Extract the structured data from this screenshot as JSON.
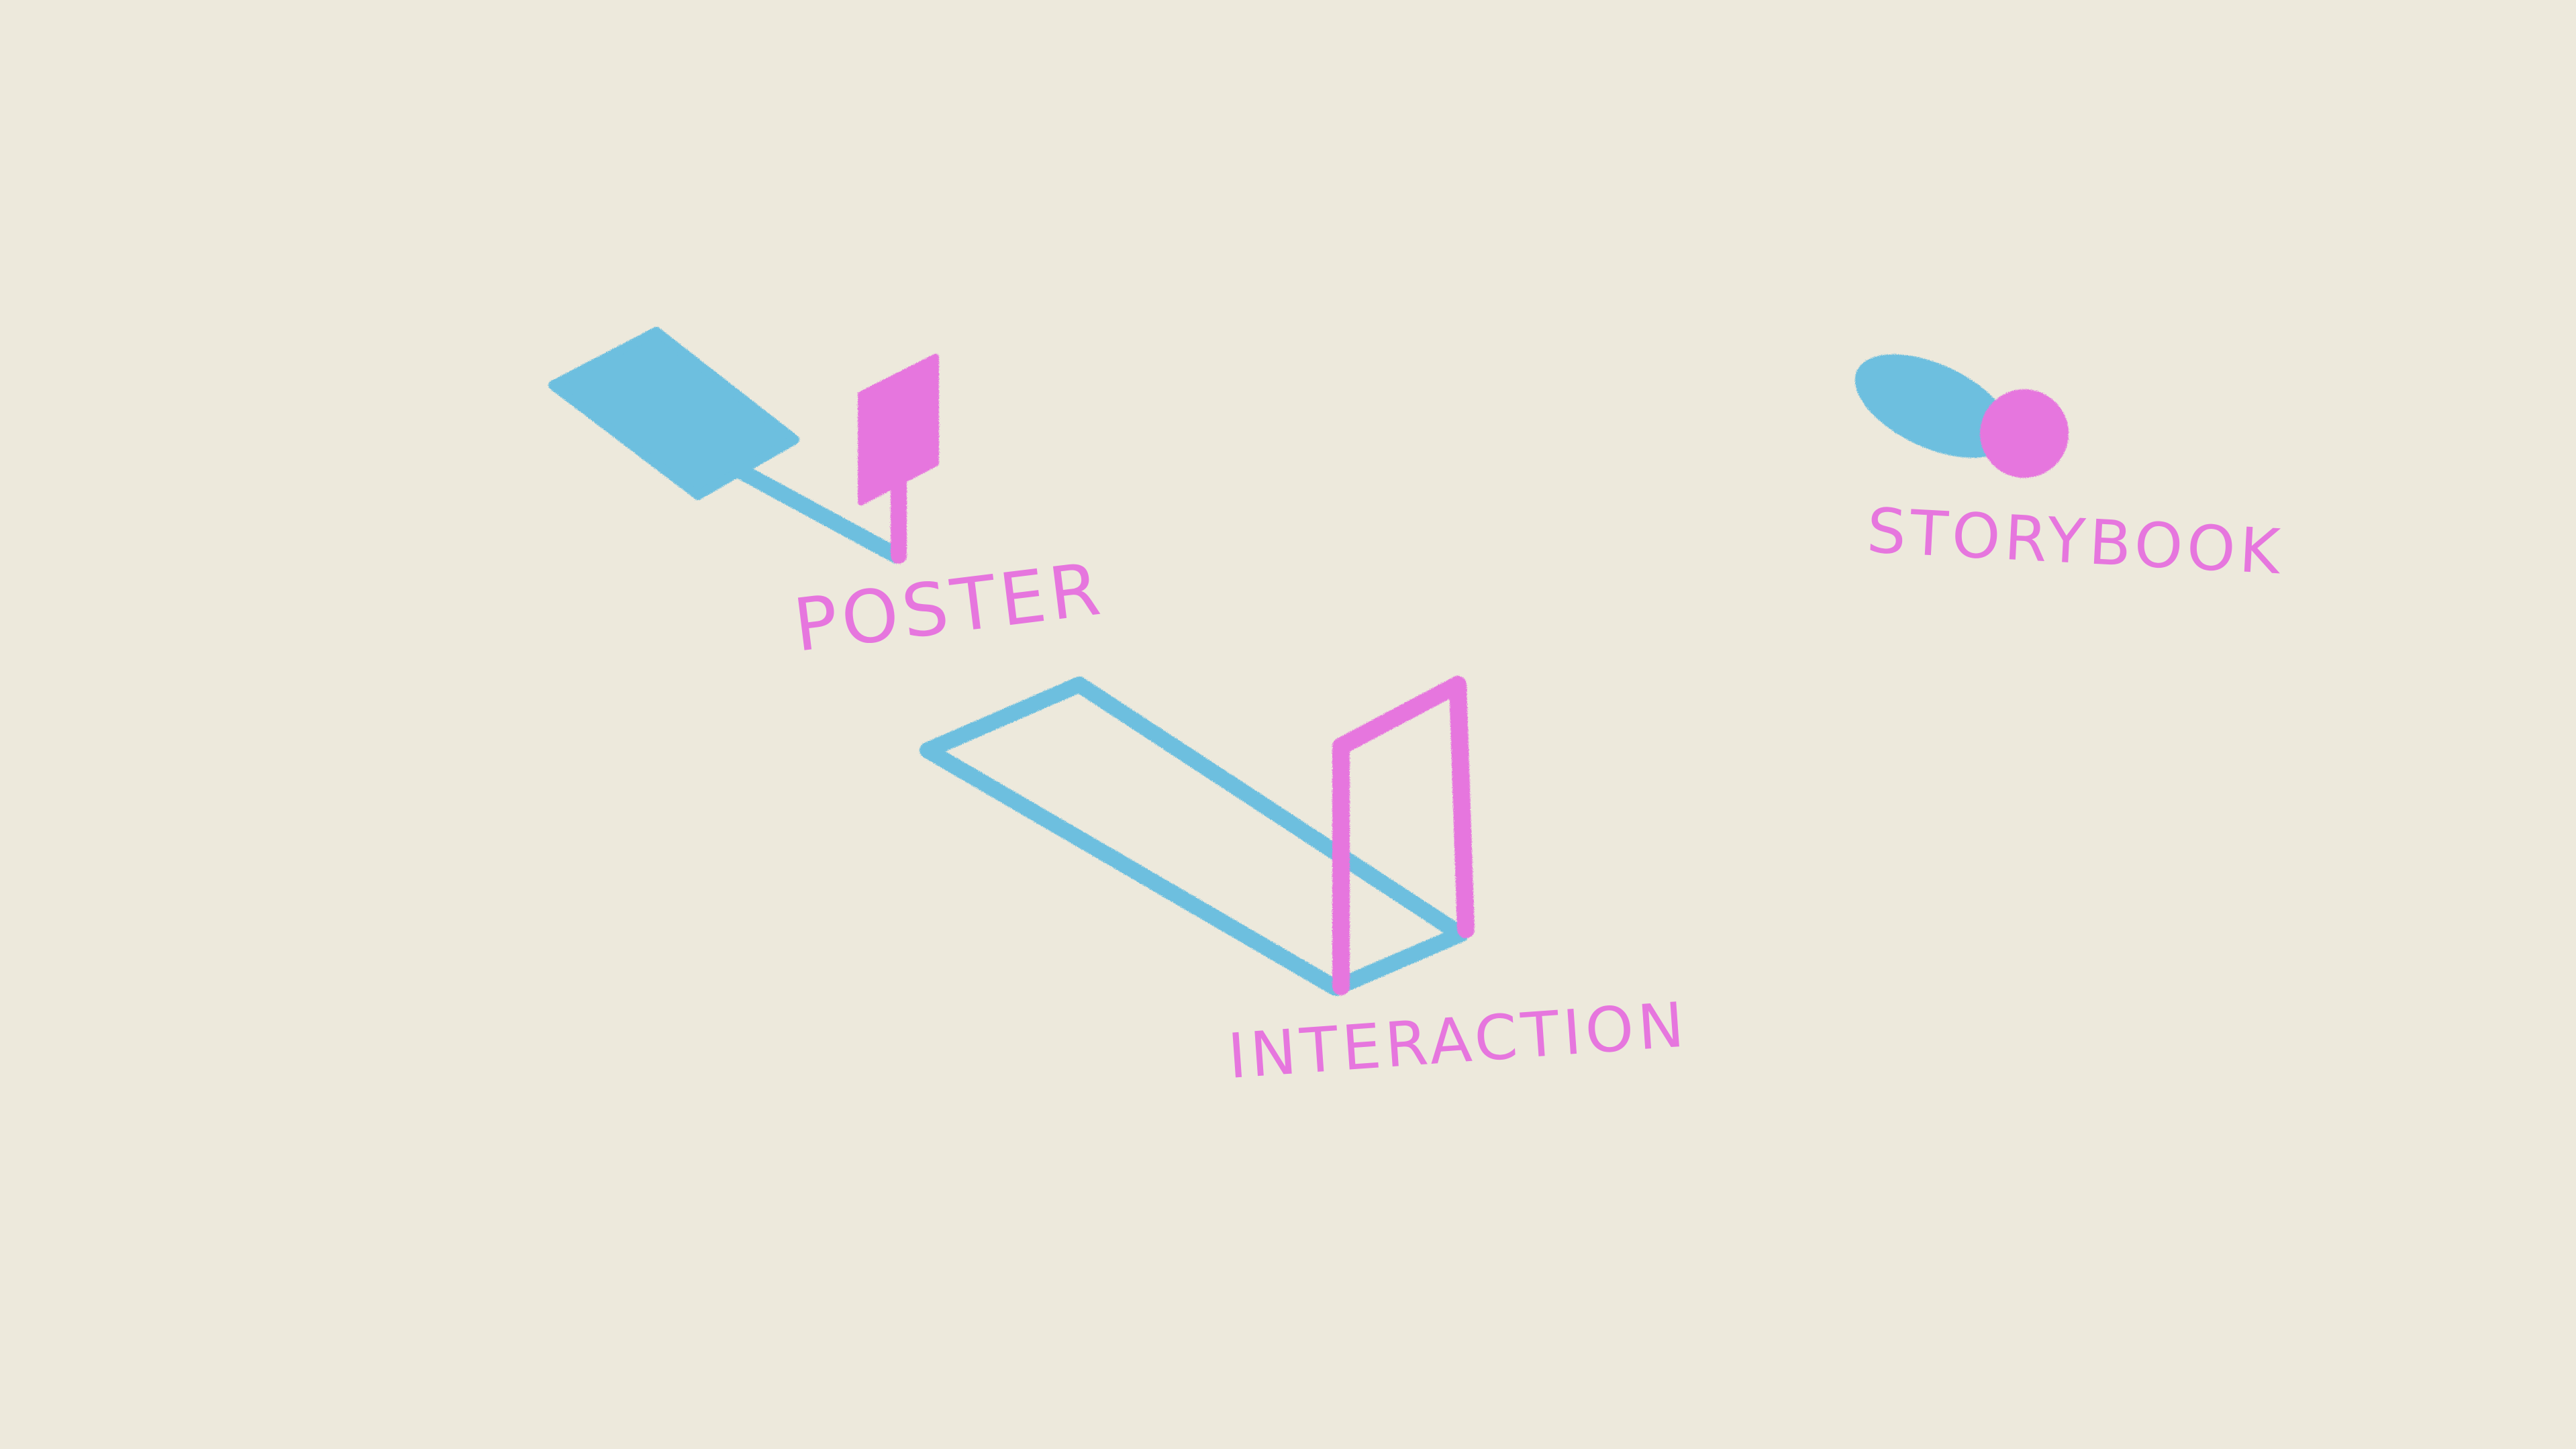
{
  "colors": {
    "background": "#EDE9DC",
    "blue": "#6DBFDF",
    "pink": "#E676DE"
  },
  "labels": {
    "poster": "POSTER",
    "interaction": "INTERACTION",
    "storybook": "STORYBOOK"
  }
}
